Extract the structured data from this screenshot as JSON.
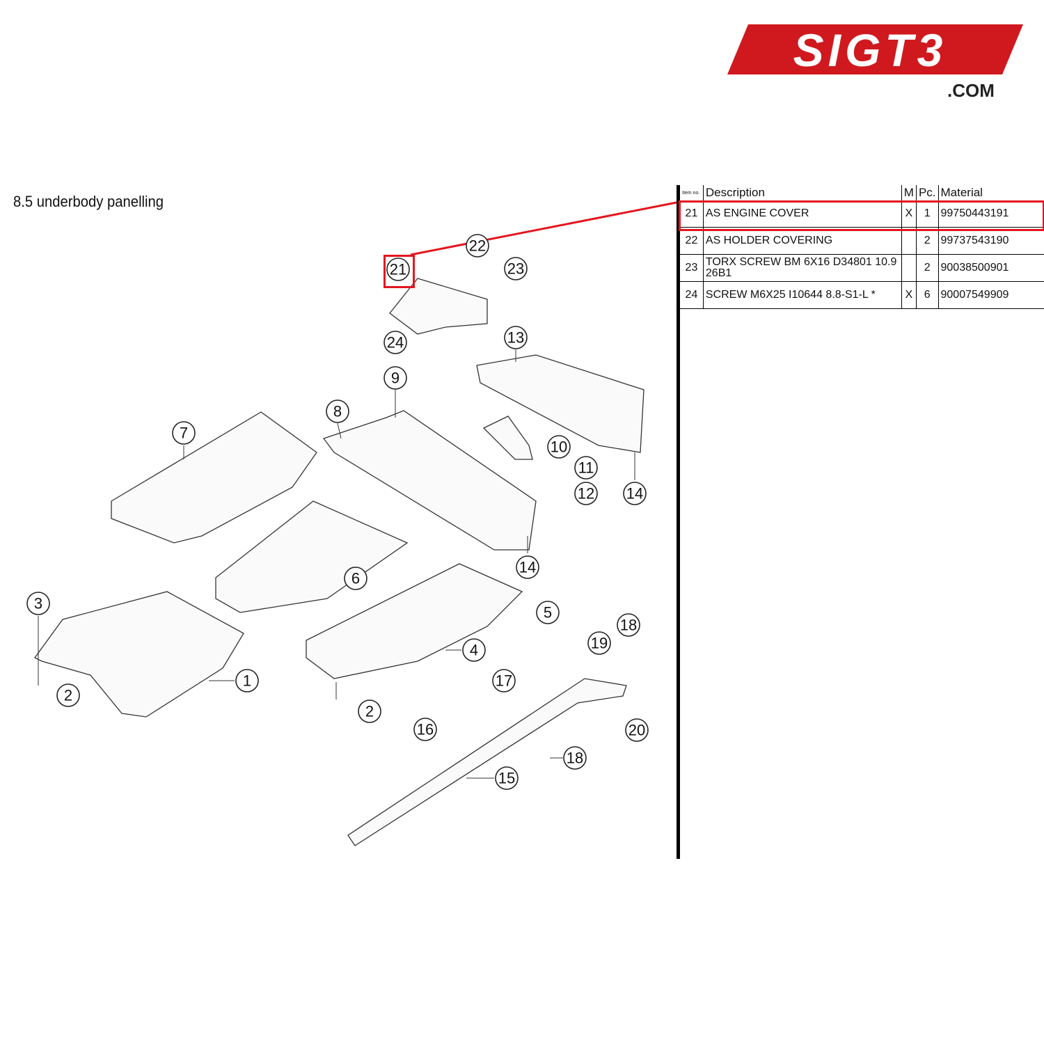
{
  "logo": {
    "text": "SIGT3",
    "suffix": ".COM",
    "color": "#d0191e"
  },
  "section_title": "8.5  underbody panelling",
  "table": {
    "headers": {
      "item_no": "Item no.",
      "description": "Description",
      "m": "M",
      "pc": "Pc.",
      "material": "Material"
    },
    "rows": [
      {
        "item": "21",
        "description": "AS ENGINE COVER",
        "m": "X",
        "pc": "1",
        "material": "99750443191"
      },
      {
        "item": "22",
        "description": "AS HOLDER COVERING",
        "m": "",
        "pc": "2",
        "material": "99737543190"
      },
      {
        "item": "23",
        "description": "TORX SCREW BM 6X16 D34801 10.9 26B1",
        "m": "",
        "pc": "2",
        "material": "90038500901"
      },
      {
        "item": "24",
        "description": "SCREW M6X25 I10644 8.8-S1-L *",
        "m": "X",
        "pc": "6",
        "material": "90007549909"
      }
    ],
    "highlighted_item": "21",
    "highlight_color": "#e3161e"
  },
  "callouts": [
    "21",
    "22",
    "23",
    "24",
    "13",
    "9",
    "8",
    "7",
    "10",
    "11",
    "12",
    "14",
    "14",
    "6",
    "3",
    "5",
    "18",
    "19",
    "4",
    "1",
    "17",
    "2",
    "2",
    "16",
    "20",
    "18",
    "15"
  ]
}
